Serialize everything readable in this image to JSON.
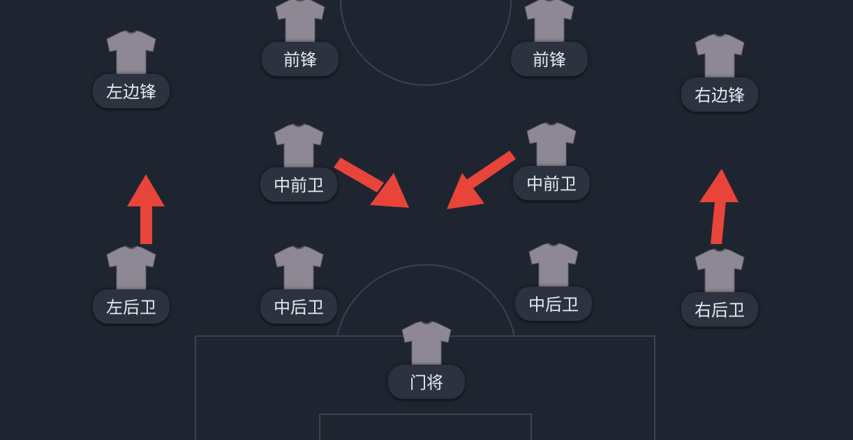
{
  "colors": {
    "background": "#1e2530",
    "pitch_lines": "#3a4350",
    "shirt": "#8d8893",
    "arrow": "#e8443a"
  },
  "players": {
    "lw": {
      "label": "左边锋",
      "icon": "shirt-icon"
    },
    "st1": {
      "label": "前锋",
      "icon": "shirt-icon"
    },
    "st2": {
      "label": "前锋",
      "icon": "shirt-icon"
    },
    "rw": {
      "label": "右边锋",
      "icon": "shirt-icon"
    },
    "cm1": {
      "label": "中前卫",
      "icon": "shirt-icon"
    },
    "cm2": {
      "label": "中前卫",
      "icon": "shirt-icon"
    },
    "lb": {
      "label": "左后卫",
      "icon": "shirt-icon"
    },
    "cb1": {
      "label": "中后卫",
      "icon": "shirt-icon"
    },
    "cb2": {
      "label": "中后卫",
      "icon": "shirt-icon"
    },
    "rb": {
      "label": "右后卫",
      "icon": "shirt-icon"
    },
    "gk": {
      "label": "门将",
      "icon": "shirt-icon"
    }
  }
}
